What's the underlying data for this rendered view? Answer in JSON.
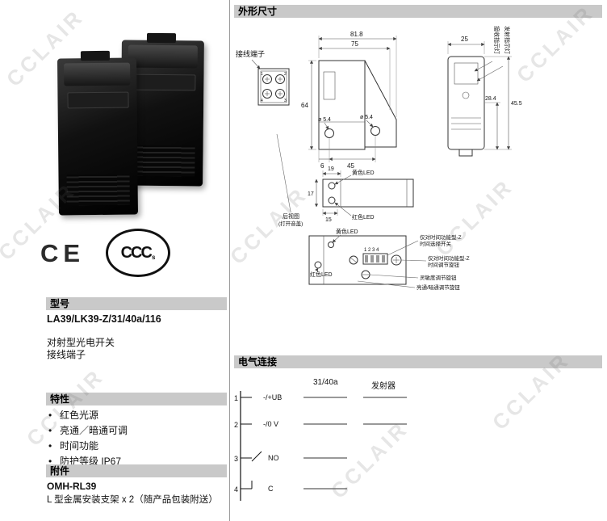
{
  "watermark": "CCLAIR",
  "left": {
    "model_header": "型号",
    "model_name": "LA39/LK39-Z/31/40a/116",
    "model_desc_line1": "对射型光电开关",
    "model_desc_line2": "接线端子",
    "features_header": "特性",
    "features": [
      "红色光源",
      "亮通／暗通可调",
      "时间功能",
      "防护等级 IP67"
    ],
    "accessories_header": "附件",
    "accessory_name": "OMH-RL39",
    "accessory_desc": "L 型金属安装支架 x 2（随产品包装附送）",
    "ce_mark": "CE",
    "ccc_mark": "CCC",
    "ccc_mark_sub": "s"
  },
  "dims": {
    "header": "外形尺寸",
    "terminal_label": "接线端子",
    "terminal_pins": [
      "1",
      "2",
      "4",
      "3"
    ],
    "d81_8": "81.8",
    "d75": "75",
    "d64": "64",
    "d25": "25",
    "d45_5": "45.5",
    "d28_4": "28.4",
    "d45": "45",
    "d6": "6",
    "dhole": "ø 5.4",
    "d19": "19",
    "d17": "17",
    "d15": "15",
    "recv_led": "接收指示灯",
    "emit_led": "发射指示灯",
    "yellow_led": "黄色LED",
    "red_led": "红色LED",
    "rear_view_1": "后视图",
    "rear_view_2": "(打开音盖)",
    "dip_numbers": "1 2 3 4",
    "note_z": "仅对时间功能型-Z",
    "note_time_select": "时间选择开关",
    "note_time_adjust": "时间调节旋钮",
    "note_sensitivity": "灵敏度调节旋钮",
    "note_light_dark": "亮通/暗通调节旋钮"
  },
  "elec": {
    "header": "电气连接",
    "col_model": "31/40a",
    "col_emitter": "发射器",
    "terminals": [
      {
        "num": "1",
        "label": "-/+UB"
      },
      {
        "num": "2",
        "label": "-/0 V"
      },
      {
        "num": "3",
        "label": "NO"
      },
      {
        "num": "4",
        "label": "C"
      }
    ]
  }
}
